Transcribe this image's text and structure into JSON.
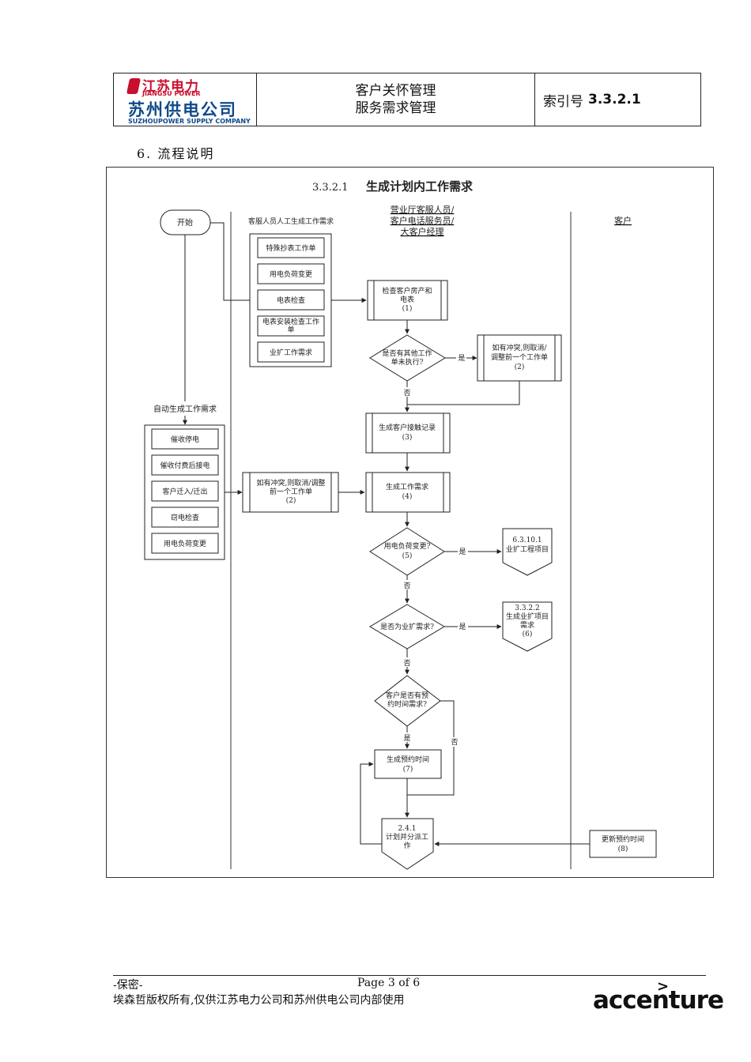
{
  "header": {
    "logo_cn": "江苏电力",
    "logo_en": "JIANGSU POWER",
    "company_cn": "苏州供电公司",
    "company_en": "SUZHOUPOWER SUPPLY COMPANY",
    "title_line1": "客户关怀管理",
    "title_line2": "服务需求管理",
    "index_label": "索引号",
    "index_value": "3.3.2.1"
  },
  "section_heading": "6. 流程说明",
  "flow": {
    "title_number": "3.3.2.1",
    "title_text": "生成计划内工作需求",
    "start": "开始",
    "lane_left_label": "客服人员人工生成工作需求",
    "lane_mid_label": [
      "营业厅客服人员/",
      "客户电话服务员/",
      "大客户经理"
    ],
    "lane_right_label": "客户",
    "manual_items": [
      "特殊抄表工作单",
      "用电负荷变更",
      "电表检查",
      [
        "电表安装检查工作",
        "单"
      ],
      "业扩工作需求"
    ],
    "auto_label": "自动生成工作需求",
    "auto_items": [
      "催收停电",
      "催收付费后接电",
      "客户迁入/迁出",
      "窃电检查",
      "用电负荷变更"
    ],
    "step1": [
      "检查客户房产和",
      "电表",
      "(1)"
    ],
    "decision_other": [
      "是否有其他工作",
      "单未执行?"
    ],
    "yes": "是",
    "no": "否",
    "step2_top": [
      "如有冲突,则取消/",
      "调整前一个工作单",
      "(2)"
    ],
    "step2_left": [
      "如有冲突,则取消/调整",
      "前一个工作单",
      "(2)"
    ],
    "step3": [
      "生成客户接触记录",
      "(3)"
    ],
    "step4": [
      "生成工作需求",
      "(4)"
    ],
    "decision5": [
      "用电负荷变更?",
      "(5)"
    ],
    "ref_6_3_10_1": [
      "6.3.10.1",
      "业扩工程项目"
    ],
    "decision_biz": "是否为业扩需求?",
    "ref_3_3_2_2": [
      "3.3.2.2",
      "生成业扩项目",
      "需求",
      "(6)"
    ],
    "decision_appt": [
      "客户是否有预",
      "约时间需求?"
    ],
    "step7": [
      "生成预约时间",
      "(7)"
    ],
    "ref_2_4_1": [
      "2.4.1",
      "计划并分派工",
      "作"
    ],
    "step8": [
      "更新预约时间",
      "(8)"
    ]
  },
  "footer": {
    "confidential": "-保密-",
    "page": "Page 3 of 6",
    "copyright": "埃森哲版权所有,仅供江苏电力公司和苏州供电公司内部使用",
    "brand": "accenture",
    "brand_mark": ">"
  }
}
